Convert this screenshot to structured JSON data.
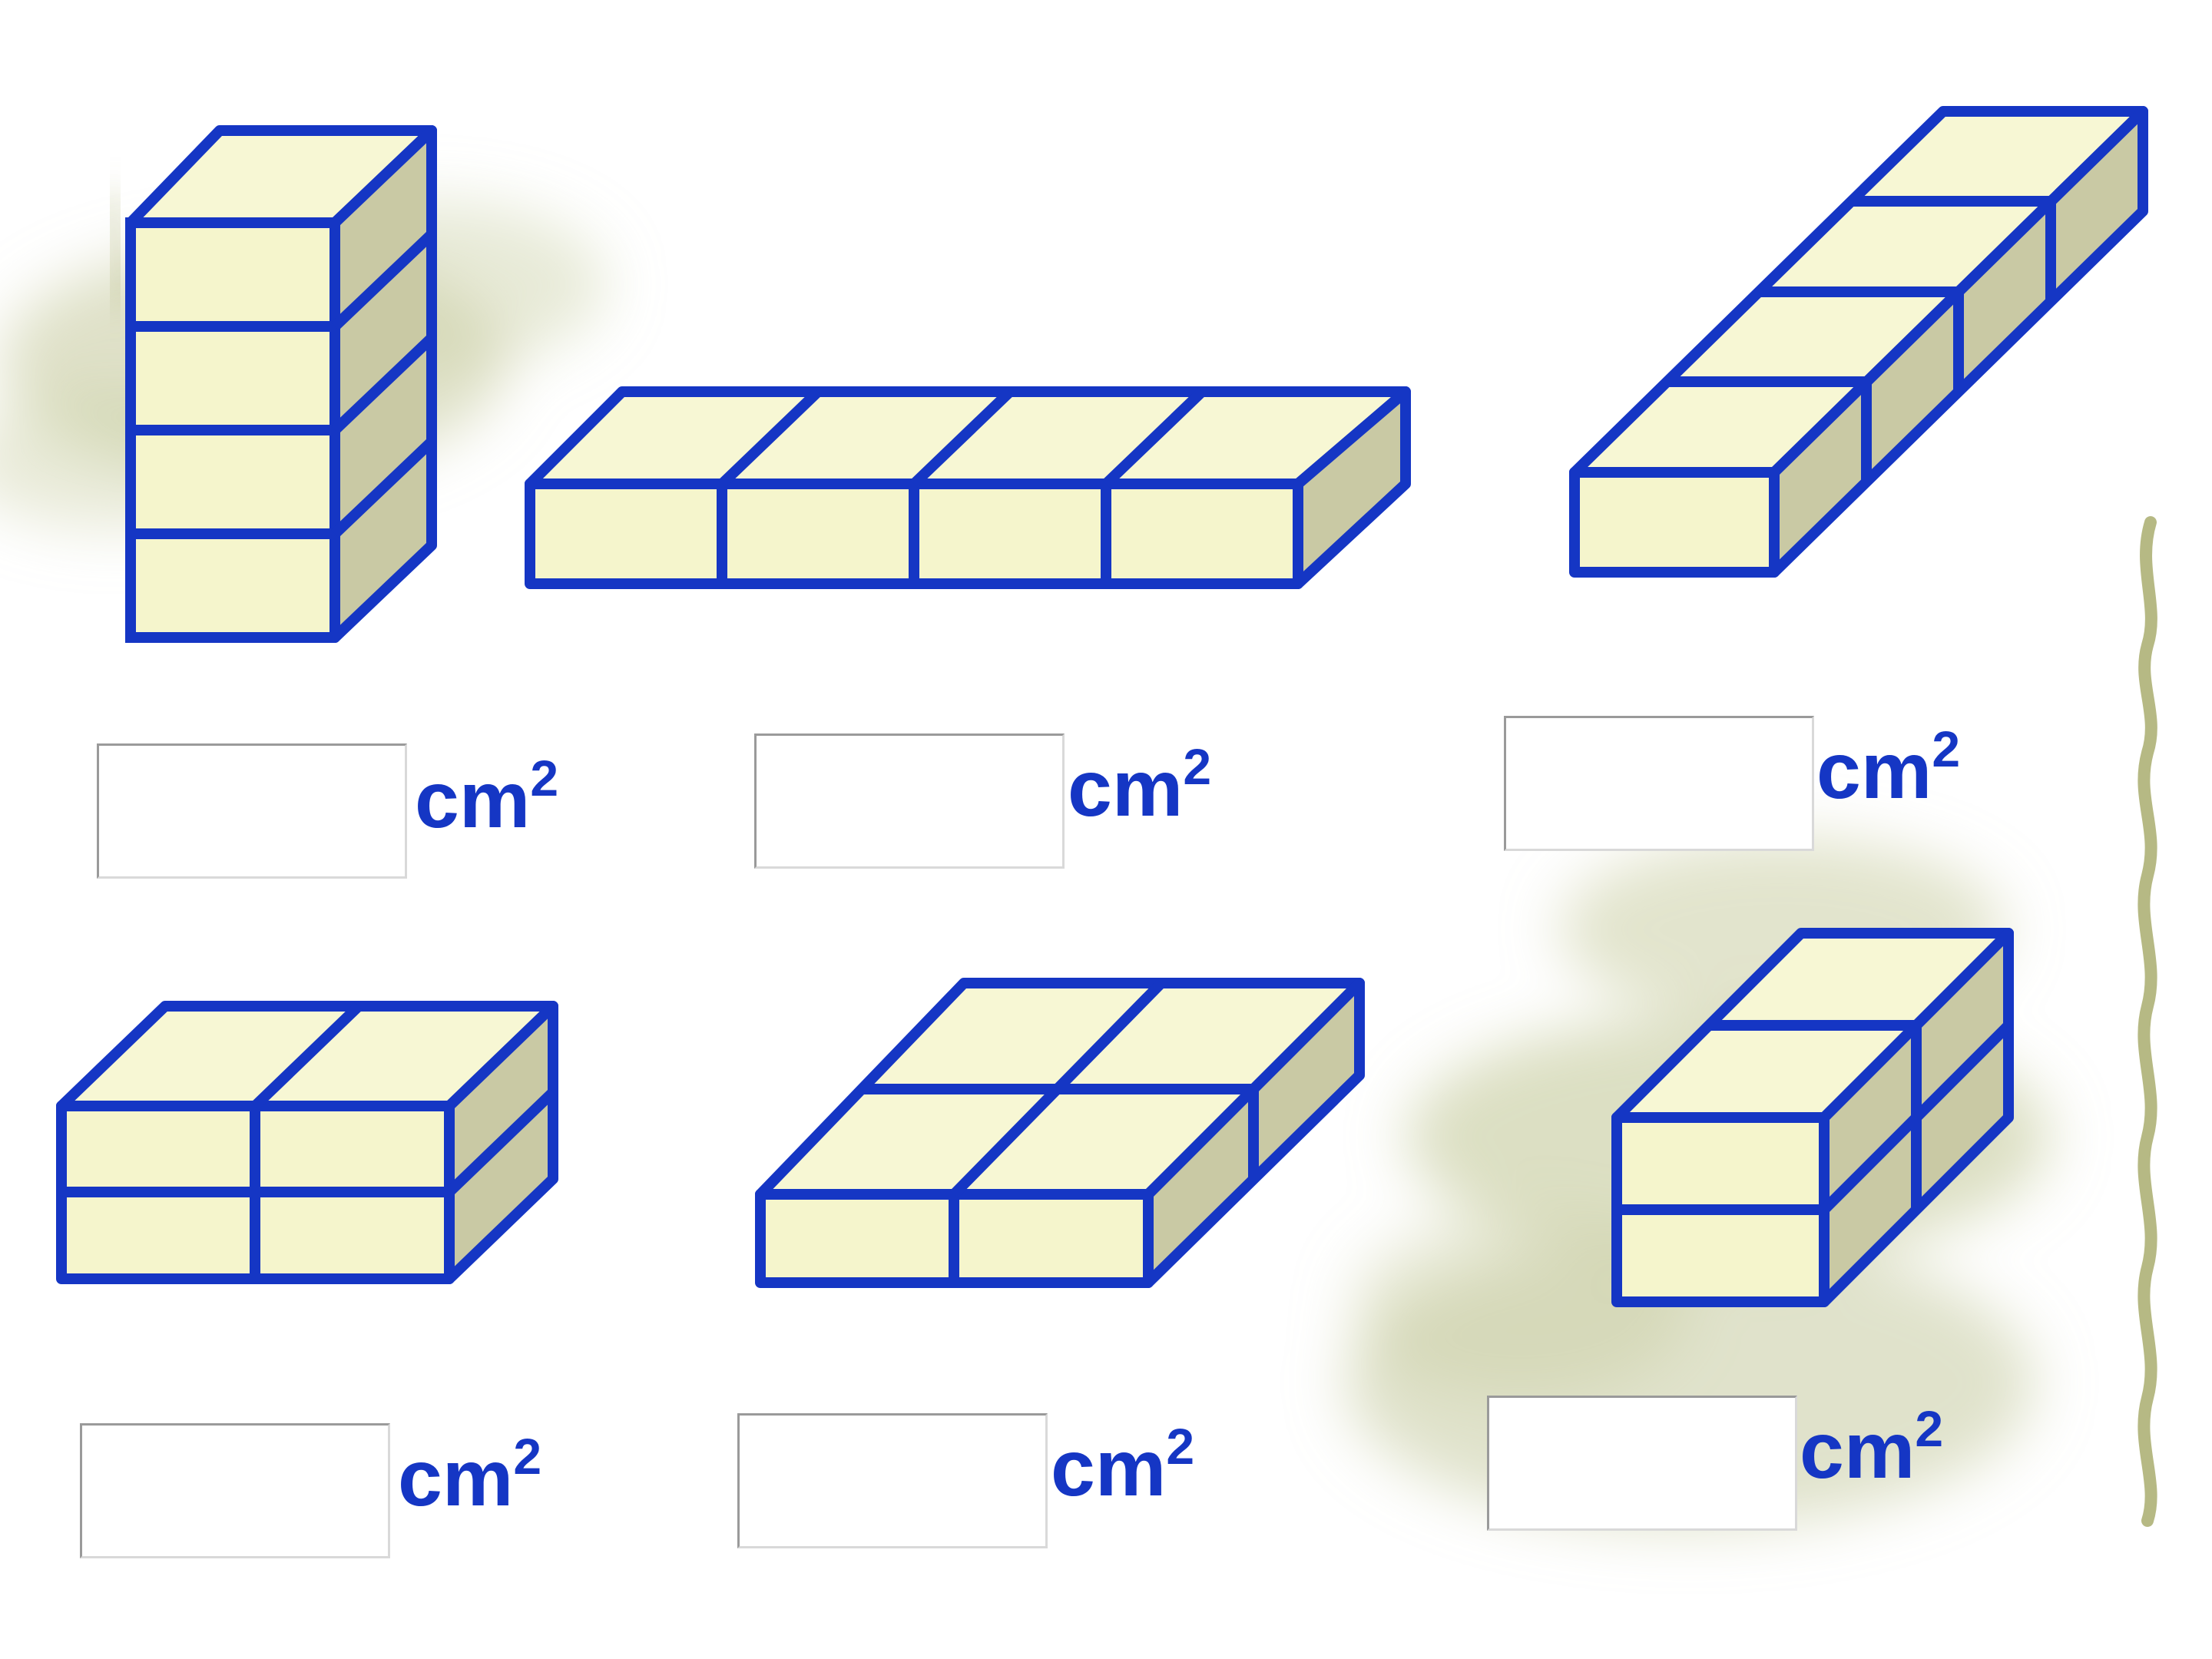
{
  "colors": {
    "outline": "#1536c4",
    "face_front": "#f5f5cc",
    "face_top": "#f7f7d4",
    "face_side": "#c9c9a4",
    "leaf": "#b8bd8a",
    "vine": "#a9ad6e",
    "unit_text": "#1536c4"
  },
  "problems": [
    {
      "figure": "four-cubes-vertical-stack",
      "answer": "",
      "unit_base": "cm",
      "unit_exp": "2"
    },
    {
      "figure": "four-cubes-horizontal-row",
      "answer": "",
      "unit_base": "cm",
      "unit_exp": "2"
    },
    {
      "figure": "four-cubes-row-in-depth",
      "answer": "",
      "unit_base": "cm",
      "unit_exp": "2"
    },
    {
      "figure": "four-cubes-2x2-front-wall",
      "answer": "",
      "unit_base": "cm",
      "unit_exp": "2"
    },
    {
      "figure": "four-cubes-2x2-flat-slab",
      "answer": "",
      "unit_base": "cm",
      "unit_exp": "2"
    },
    {
      "figure": "four-cubes-2x2-side-wall",
      "answer": "",
      "unit_base": "cm",
      "unit_exp": "2"
    }
  ]
}
